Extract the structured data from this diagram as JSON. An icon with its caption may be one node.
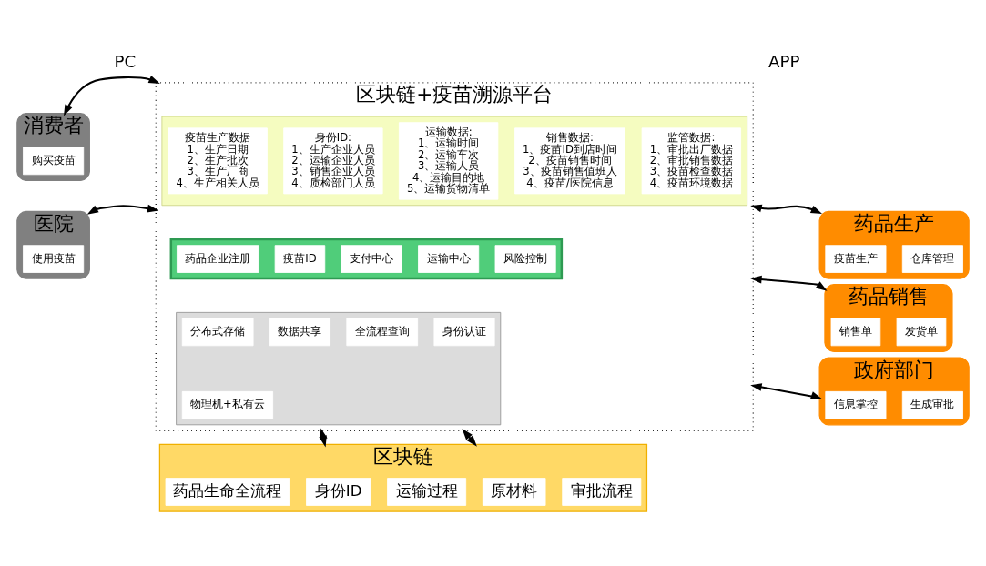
{
  "diagram": {
    "nodes": [
      {
        "text": [
          "消费者"
        ]
      },
      {
        "text": [
          "购买疫苗"
        ],
        "in": 0
      },
      {
        "text": [
          "医院"
        ]
      },
      {
        "text": [
          "使用疫苗"
        ],
        "in": 2
      },
      {
        "text": [
          "区块链+疫苗溯源平台"
        ]
      },
      {
        "text": [],
        "shape": "box",
        "in": 4
      },
      {
        "text": [
          "疫苗生产数据",
          "1、生产日期",
          "2、生产批次",
          "3、生产厂商",
          "4、生产相关人员"
        ],
        "in": 5
      },
      {
        "text": [
          "身份ID:",
          "1、生产企业人员",
          "2、运输企业人员",
          "3、销售企业人员",
          "4、质检部门人员"
        ],
        "in": 5
      },
      {
        "text": [
          "运输数据:",
          "1、运输时间",
          "2、运输车次",
          "3、运输人员",
          "4、运输目的地",
          "5、运输货物清单"
        ],
        "in": 5
      },
      {
        "text": [
          "销售数据:",
          "1、疫苗ID到店时间",
          "2、疫苗销售时间",
          "3、疫苗销售值班人",
          "4、疫苗/医院信息"
        ],
        "in": 5
      },
      {
        "text": [
          "监管数据:",
          "1、审批出厂数据",
          "2、审批销售数据",
          "3、疫苗检查数据",
          "4、疫苗环境数据"
        ],
        "in": 5
      },
      {
        "text": [],
        "shape": "bar",
        "in": 4
      },
      {
        "text": [
          "药品企业注册"
        ],
        "in": 11
      },
      {
        "text": [
          "疫苗ID"
        ],
        "in": 11
      },
      {
        "text": [
          "支付中心"
        ],
        "in": 11
      },
      {
        "text": [
          "运输中心"
        ],
        "in": 11
      },
      {
        "text": [
          "风险控制"
        ],
        "in": 11
      },
      {
        "text": [],
        "shape": "box",
        "in": 4
      },
      {
        "text": [
          "分布式存储"
        ],
        "in": 17
      },
      {
        "text": [
          "数据共享"
        ],
        "in": 17
      },
      {
        "text": [
          "全流程查询"
        ],
        "in": 17
      },
      {
        "text": [
          "身份认证"
        ],
        "in": 17
      },
      {
        "text": [
          "物理机+私有云"
        ],
        "in": 17
      },
      {
        "text": [
          "药品生产"
        ]
      },
      {
        "text": [
          "疫苗生产"
        ],
        "in": 23
      },
      {
        "text": [
          "仓库管理"
        ],
        "in": 23
      },
      {
        "text": [
          "药品销售"
        ]
      },
      {
        "text": [
          "销售单"
        ],
        "in": 26
      },
      {
        "text": [
          "发货单"
        ],
        "in": 26
      },
      {
        "text": [
          "政府部门"
        ]
      },
      {
        "text": [
          "信息掌控"
        ],
        "in": 29
      },
      {
        "text": [
          "生成审批"
        ],
        "in": 29
      },
      {
        "text": [
          "区块链"
        ]
      },
      {
        "text": [
          "药品生命全流程"
        ],
        "in": 32
      },
      {
        "text": [
          "身份ID"
        ],
        "in": 32
      },
      {
        "text": [
          "运输过程"
        ],
        "in": 32
      },
      {
        "text": [
          "原材料"
        ],
        "in": 32
      },
      {
        "text": [
          "审批流程"
        ],
        "in": 32
      }
    ],
    "edges": [
      {
        "from": 0,
        "to": 4,
        "arrow": "both"
      },
      {
        "from": 2,
        "to": 4,
        "arrow": "both"
      },
      {
        "from": 4,
        "to": 23,
        "arrow": "both"
      },
      {
        "from": 4,
        "to": 26,
        "arrow": "both"
      },
      {
        "from": 4,
        "to": 29,
        "arrow": "both"
      },
      {
        "from": 4,
        "to": 32,
        "arrow": "both"
      },
      {
        "from": 4,
        "to": 32,
        "arrow": "both"
      }
    ],
    "labels": [
      "PC",
      "APP"
    ]
  }
}
